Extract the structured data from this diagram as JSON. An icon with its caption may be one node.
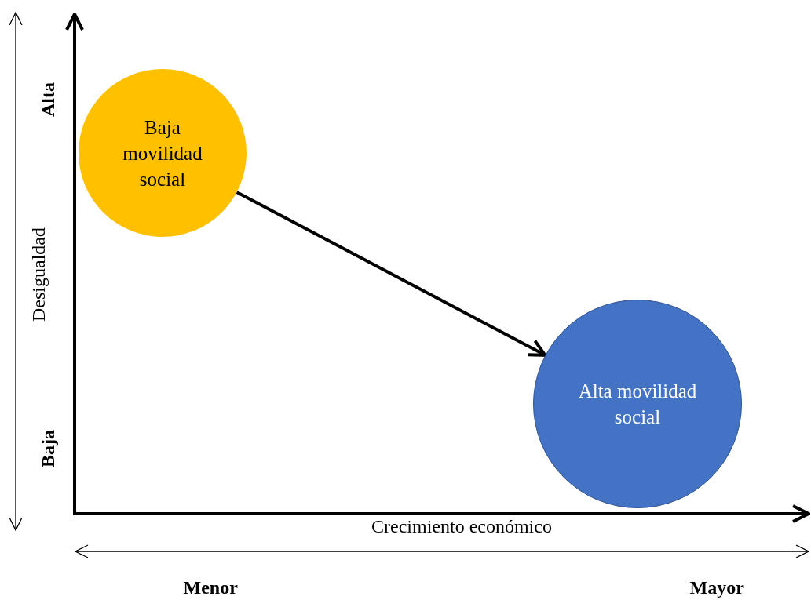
{
  "diagram": {
    "nodes": [
      {
        "text": [
          "Baja movilidad social"
        ]
      },
      {
        "text": [
          "Alta movilidad social"
        ]
      }
    ],
    "edges": [
      {
        "from": 0,
        "to": 1,
        "arrow": "to"
      }
    ],
    "labels": [
      "Alta",
      "Desigualdad",
      "Baja",
      "Crecimiento económico",
      "Menor",
      "Mayor"
    ]
  }
}
